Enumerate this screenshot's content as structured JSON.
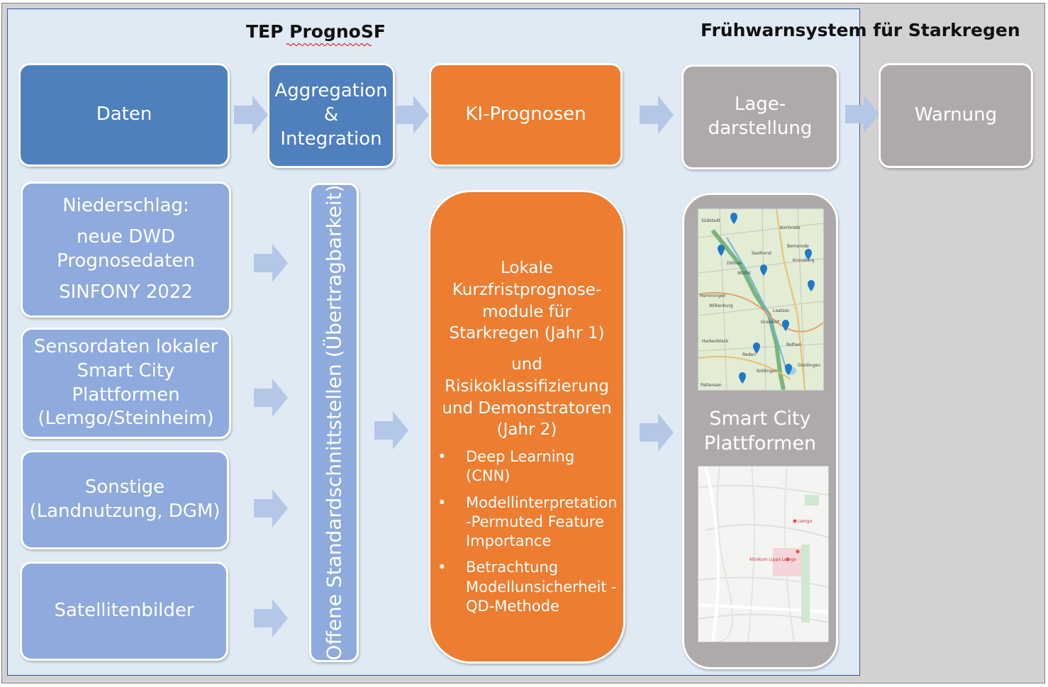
{
  "headings": {
    "left": "TEP PrognoSF",
    "right": "Frühwarnsystem für Starkregen"
  },
  "top_row": {
    "daten": "Daten",
    "aggregation": [
      "Aggregation",
      "&",
      "Integration"
    ],
    "ki": "KI-Prognosen",
    "lage": [
      "Lage-",
      "darstellung"
    ],
    "warnung": "Warnung"
  },
  "sources": [
    {
      "lines": [
        "Niederschlag:",
        "neue DWD",
        "Prognosedaten",
        "SINFONY 2022"
      ]
    },
    {
      "lines": [
        "Sensordaten lokaler",
        "Smart City",
        "Plattformen",
        "(Lemgo/Steinheim)"
      ]
    },
    {
      "lines": [
        "Sonstige",
        "(Landnutzung, DGM)"
      ]
    },
    {
      "lines": [
        "Satellitenbilder"
      ]
    }
  ],
  "interfaces": "Offene Standardschnittstellen (Übertragbarkeit)",
  "ki_detail": {
    "para1": [
      "Lokale",
      "Kurzfristprognose-",
      "module für",
      "Starkregen (Jahr 1)"
    ],
    "para2": [
      "und",
      "Risikoklassifizierung",
      "und Demonstratoren",
      "(Jahr 2)"
    ],
    "bullets": [
      [
        "Deep Learning (CNN)"
      ],
      [
        "Modellinterpretation",
        "-Permuted Feature",
        "Importance"
      ],
      [
        "Betrachtung",
        "Modellunsicherheit -",
        "QD-Methode"
      ]
    ]
  },
  "smart_city": [
    "Smart City",
    "Plattformen"
  ],
  "map1_labels": [
    "Südstadt",
    "Kirchrode",
    "Bemerode",
    "Seelhorst",
    "Döhren",
    "Wülfel",
    "Kronsberg",
    "Hemmingen",
    "Wilkenburg",
    "Laatzen",
    "Grasdorf",
    "Harkenbleck",
    "Rethen",
    "Reden",
    "Gleidingen",
    "Pattensen",
    "Koldingen"
  ],
  "map2_labels": [
    "Lemgo",
    "Klinikum Lippe Lemgo"
  ],
  "colors": {
    "dark_blue": "#4f7fbd",
    "light_blue": "#8faadc",
    "orange": "#ed7d31",
    "grey": "#aeaaaa",
    "arrow": "#b4c7e7"
  }
}
